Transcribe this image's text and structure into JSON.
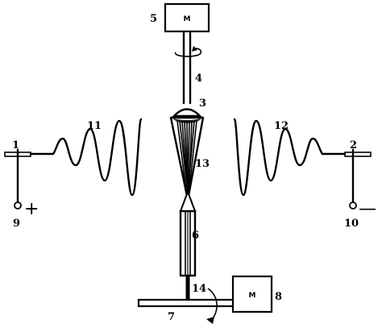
{
  "labels": {
    "l1": "1",
    "l2": "2",
    "l3": "3",
    "l4": "4",
    "l5": "5",
    "l6": "6",
    "l7": "7",
    "l8": "8",
    "l9": "9",
    "l10": "10",
    "l11": "11",
    "l12": "12",
    "l13": "13",
    "l14": "14"
  },
  "signs": {
    "positive": "+",
    "negative": "—"
  },
  "motor_box_text": "M"
}
